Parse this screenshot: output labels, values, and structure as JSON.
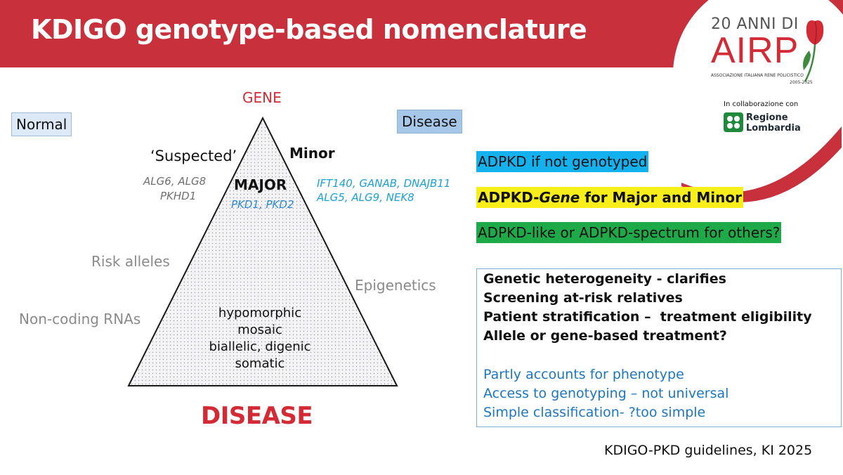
{
  "header": {
    "title": "KDIGO genotype-based nomenclature"
  },
  "logo": {
    "anni": "20 ANNI DI",
    "name": "AIRP",
    "association": "ASSOCIAZIONE ITALIANA RENE POLICISTICO",
    "years": "2005-2025",
    "collab": "In collaborazione con",
    "partner_line1": "Regione",
    "partner_line2": "Lombardia"
  },
  "diagram": {
    "apex_label": "GENE",
    "base_label": "DISEASE",
    "normal": "Normal",
    "disease": "Disease",
    "suspected": "‘Suspected’",
    "suspected_genes_1": "ALG6, ALG8",
    "suspected_genes_2": "PKHD1",
    "major": "MAJOR",
    "major_genes": "PKD1, PKD2",
    "minor": "Minor",
    "minor_genes_1": "IFT140, GANAB, DNAJB11",
    "minor_genes_2": "ALG5, ALG9, NEK8",
    "risk_alleles": "Risk alleles",
    "epigenetics": "Epigenetics",
    "non_coding": "Non-coding RNAs",
    "inside": [
      "hypomorphic",
      "mosaic",
      "biallelic, digenic",
      "somatic"
    ]
  },
  "nomenclature": {
    "not_genotyped": "ADPKD if not genotyped",
    "gene_prefix": "ADPKD-",
    "gene_italic": "Gene",
    "gene_suffix": " for Major and Minor",
    "others": "ADPKD-like or ADPKD-spectrum for others?"
  },
  "panel": {
    "benefits": [
      "Genetic heterogeneity - clarifies",
      "Screening at-risk relatives",
      "Patient stratification –  treatment eligibility",
      "Allele or gene-based treatment?"
    ],
    "limitations": [
      "Partly accounts for phenotype",
      "Access to genotyping – not universal",
      "Simple classification- ?too simple"
    ]
  },
  "citation": "KDIGO-PKD guidelines, KI 2025",
  "colors": {
    "brand_red": "#c8303c",
    "minor_blue": "#1aa0dc",
    "highlight_yellow": "#f7ee1a",
    "highlight_green": "#1faa49",
    "highlight_blue": "#13b1ee"
  }
}
